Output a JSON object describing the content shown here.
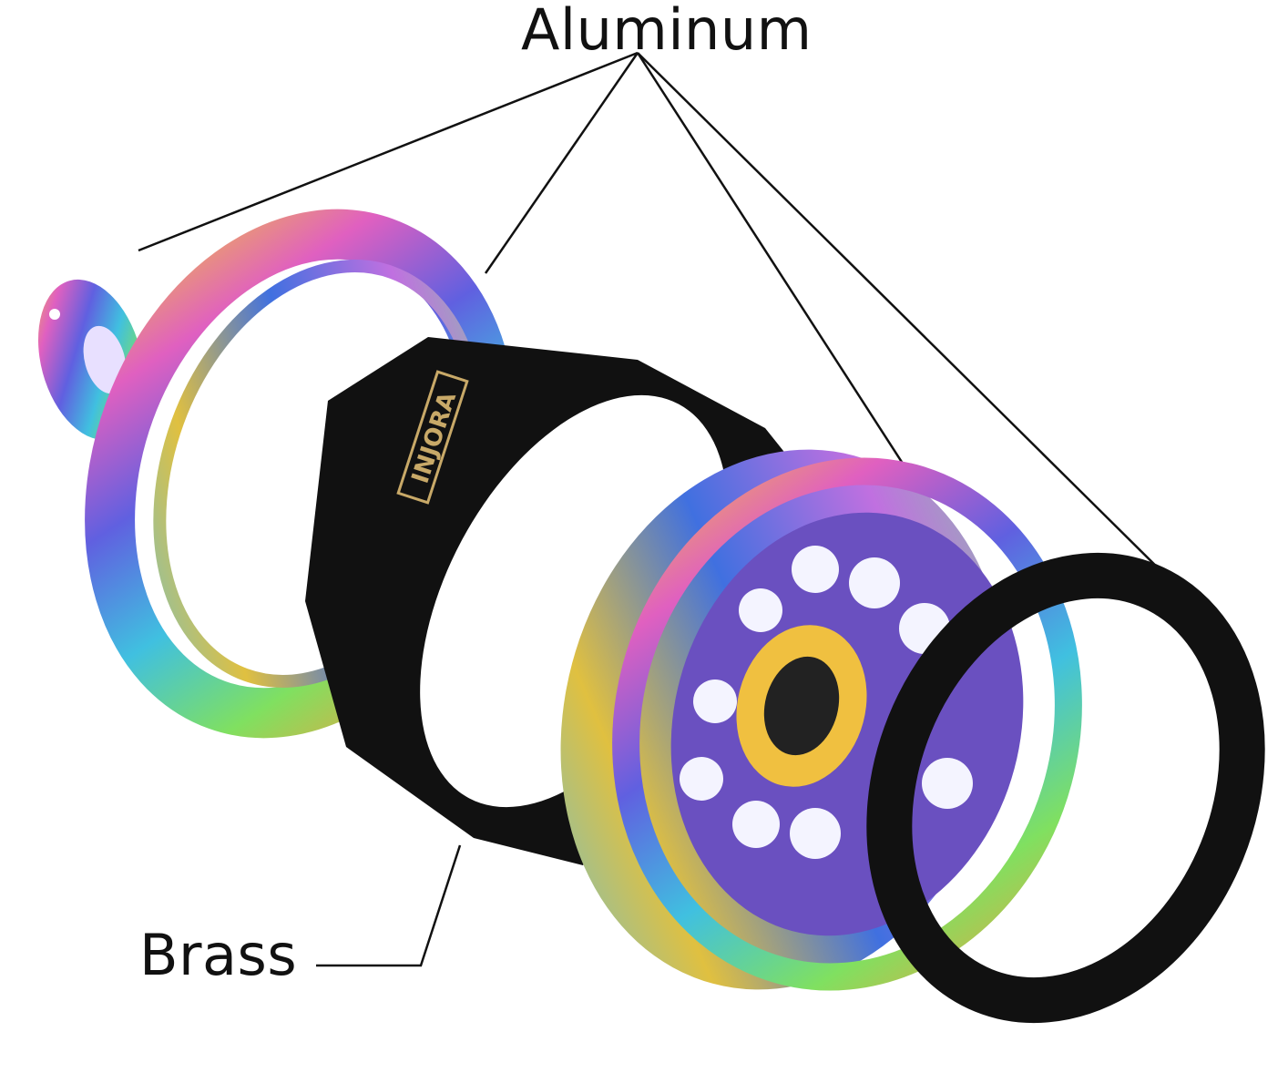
{
  "labels": {
    "aluminum": "Aluminum",
    "brass": "Brass"
  },
  "brand_logo": "INJORA",
  "colors": {
    "text": "#111111",
    "leader_line": "#111111",
    "black_part": "#111111",
    "logo_gold": "#c8a968"
  }
}
